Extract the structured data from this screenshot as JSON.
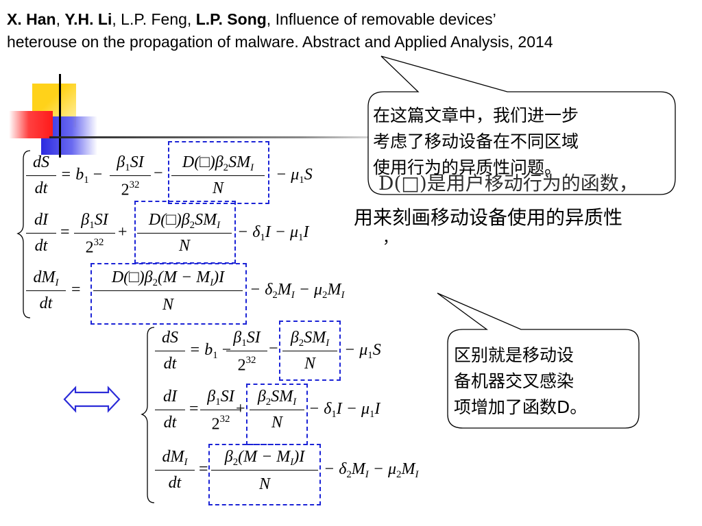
{
  "citation": {
    "author1": "X. Han",
    "sep1": ", ",
    "author2": "Y.H. Li",
    "sep2": ", L.P. Feng, ",
    "author4": "L.P. Song",
    "title_line1_rest": ", Influence of removable devices’",
    "line2": "heterouse on the propagation of malware. Abstract and Applied Analysis, 2014"
  },
  "bubble_top": {
    "lines": [
      "在这篇文章中，我们进一步",
      "考虑了移动设备在不同区域",
      "使用行为的异质性问题。"
    ]
  },
  "overlay_text": {
    "line1": "D(□)是用户移动行为的函数，",
    "line2": "用来刻画移动设备使用的异质性",
    "line3": "，"
  },
  "bubble_bottom": {
    "lines": [
      "区别就是移动设",
      "备机器交叉感染",
      "项增加了函数D。"
    ]
  },
  "equations": {
    "sys1": {
      "eq1": {
        "lhs_num": "dS",
        "lhs_den": "dt",
        "t1": "= b",
        "t1_sub": "1",
        "t1_op": " −",
        "f1_num": "β",
        "f1_num_sub": "1",
        "f1_num_rest": "SI",
        "f1_den": "2",
        "f1_den_sup": "32",
        "op2": "−",
        "f2_num": "D(□)β",
        "f2_num_sub": "2",
        "f2_num_rest": "SM",
        "f2_num_sub2": "I",
        "f2_den": "N",
        "tail": "− μ",
        "tail_sub": "1",
        "tail_rest": "S"
      },
      "eq2": {
        "lhs_num": "dI",
        "lhs_den": "dt",
        "t1": "=",
        "f1_num": "β",
        "f1_num_sub": "1",
        "f1_num_rest": "SI",
        "f1_den": "2",
        "f1_den_sup": "32",
        "op2": "+",
        "f2_num": "D(□)β",
        "f2_num_sub": "2",
        "f2_num_rest": "SM",
        "f2_num_sub2": "I",
        "f2_den": "N",
        "tail": "− δ",
        "tail_sub": "1",
        "tail_rest": "I − μ",
        "tail_sub2": "1",
        "tail_rest2": "I"
      },
      "eq3": {
        "lhs_num": "dM",
        "lhs_num_sub": "I",
        "lhs_den": "dt",
        "t1": "=",
        "f_num": "D(□)β",
        "f_num_sub": "2",
        "f_num_rest": "(M − M",
        "f_num_sub2": "I",
        "f_num_rest2": ")I",
        "f_den": "N",
        "tail": "− δ",
        "tail_sub": "2",
        "tail_rest": "M",
        "tail_sub2": "I",
        "tail_rest2": " − μ",
        "tail_sub3": "2",
        "tail_rest3": "M",
        "tail_sub4": "I"
      }
    },
    "sys2": {
      "eq1": {
        "lhs_num": "dS",
        "lhs_den": "dt",
        "t1": "= b",
        "t1_sub": "1",
        "t1_op": " −",
        "f1_num": "β",
        "f1_num_sub": "1",
        "f1_num_rest": "SI",
        "f1_den": "2",
        "f1_den_sup": "32",
        "op2": "−",
        "f2_num": "β",
        "f2_num_sub": "2",
        "f2_num_rest": "SM",
        "f2_num_sub2": "I",
        "f2_den": "N",
        "tail": "− μ",
        "tail_sub": "1",
        "tail_rest": "S"
      },
      "eq2": {
        "lhs_num": "dI",
        "lhs_den": "dt",
        "t1": "=",
        "f1_num": "β",
        "f1_num_sub": "1",
        "f1_num_rest": "SI",
        "f1_den": "2",
        "f1_den_sup": "32",
        "op2": "+",
        "f2_num": "β",
        "f2_num_sub": "2",
        "f2_num_rest": "SM",
        "f2_num_sub2": "I",
        "f2_den": "N",
        "tail": "− δ",
        "tail_sub": "1",
        "tail_rest": "I − μ",
        "tail_sub2": "1",
        "tail_rest2": "I"
      },
      "eq3": {
        "lhs_num": "dM",
        "lhs_num_sub": "I",
        "lhs_den": "dt",
        "t1": "=",
        "f_num": "β",
        "f_num_sub": "2",
        "f_num_rest": "(M − M",
        "f_num_sub2": "I",
        "f_num_rest2": ")I",
        "f_den": "N",
        "tail": "− δ",
        "tail_sub": "2",
        "tail_rest": "M",
        "tail_sub2": "I",
        "tail_rest2": " − μ",
        "tail_sub3": "2",
        "tail_rest3": "M",
        "tail_sub4": "I"
      }
    }
  },
  "colors": {
    "dash_box": "#1a22d6",
    "deco_yellow": "#ffd21a",
    "deco_red": "#ff2a2a",
    "deco_blue": "#2c2ae0"
  }
}
